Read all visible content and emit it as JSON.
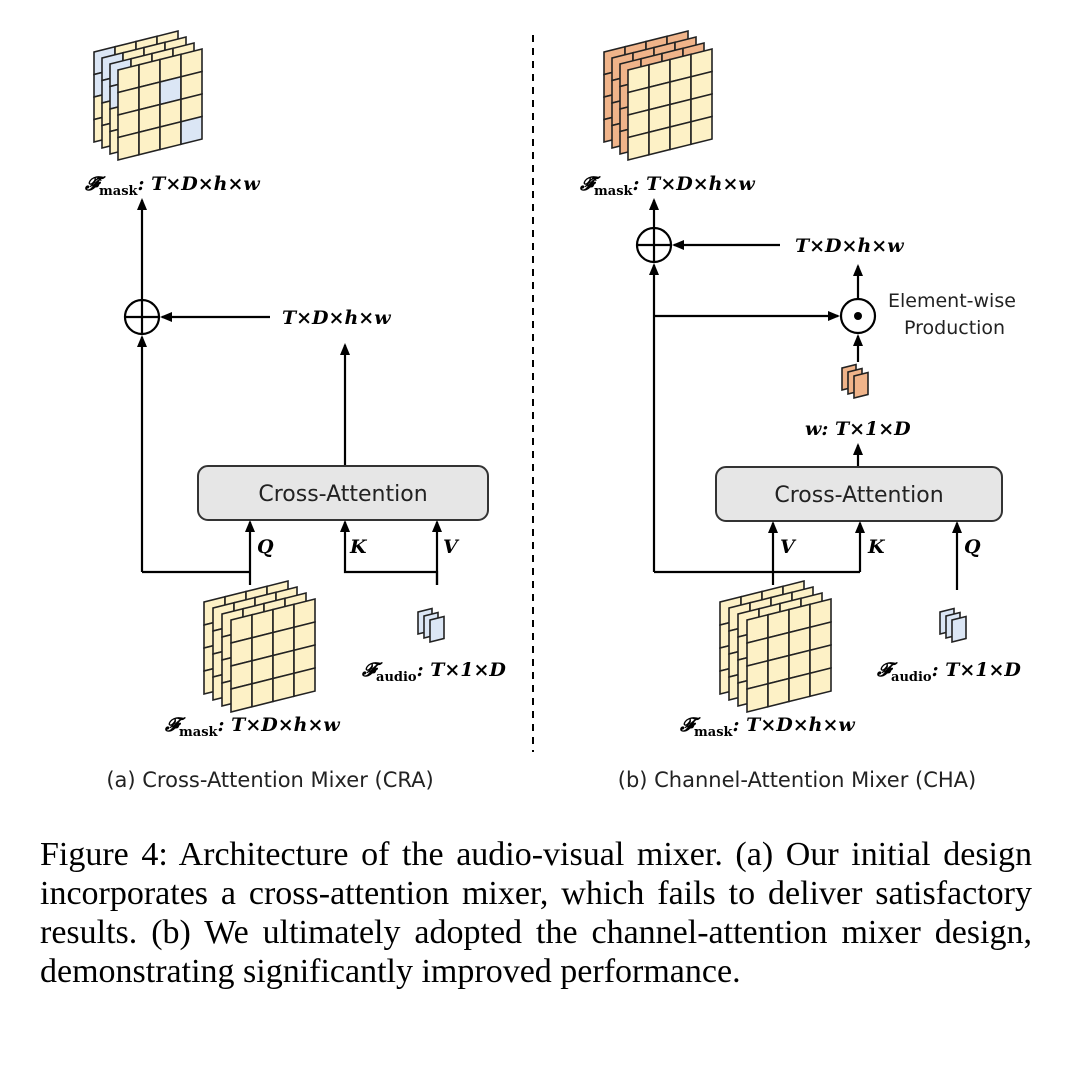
{
  "panel_a": {
    "output_label_symbol": "𝓕̂",
    "output_label_sub": "mask",
    "output_label_dims": ": T×D×h×w",
    "branch_label": "T×D×h×w",
    "block_label": "Cross-Attention",
    "q_label": "Q",
    "k_label": "K",
    "v_label": "V",
    "mask_label_symbol": "𝓕",
    "mask_label_sub": "mask",
    "mask_label_dims": ": T×D×h×w",
    "audio_label_symbol": "𝓕",
    "audio_label_sub": "audio",
    "audio_label_dims": ": T×1×D",
    "caption": "(a) Cross-Attention Mixer (CRA)"
  },
  "panel_b": {
    "output_label_symbol": "𝓕̂",
    "output_label_sub": "mask",
    "output_label_dims": ": T×D×h×w",
    "branch_label": "T×D×h×w",
    "elementwise_line1": "Element-wise",
    "elementwise_line2": "Production",
    "weight_label": "w: T×1×D",
    "block_label": "Cross-Attention",
    "v_label": "V",
    "k_label": "K",
    "q_label": "Q",
    "mask_label_symbol": "𝓕",
    "mask_label_sub": "mask",
    "mask_label_dims": ": T×D×h×w",
    "audio_label_symbol": "𝓕",
    "audio_label_sub": "audio",
    "audio_label_dims": ": T×1×D",
    "caption": "(b) Channel-Attention Mixer (CHA)"
  },
  "figure_caption": "Figure 4: Architecture of the audio-visual mixer. (a) Our initial design incorporates a cross-attention mixer, which fails to deliver satisfactory results. (b) We ultimately adopted the channel-attention mixer design, demonstrating significantly improved performance.",
  "colors": {
    "mask_cell": "#fdf1c6",
    "audio_cell": "#dbe6f5",
    "channel_weight": "#f0b48a",
    "block_fill": "#e6e6e6"
  }
}
